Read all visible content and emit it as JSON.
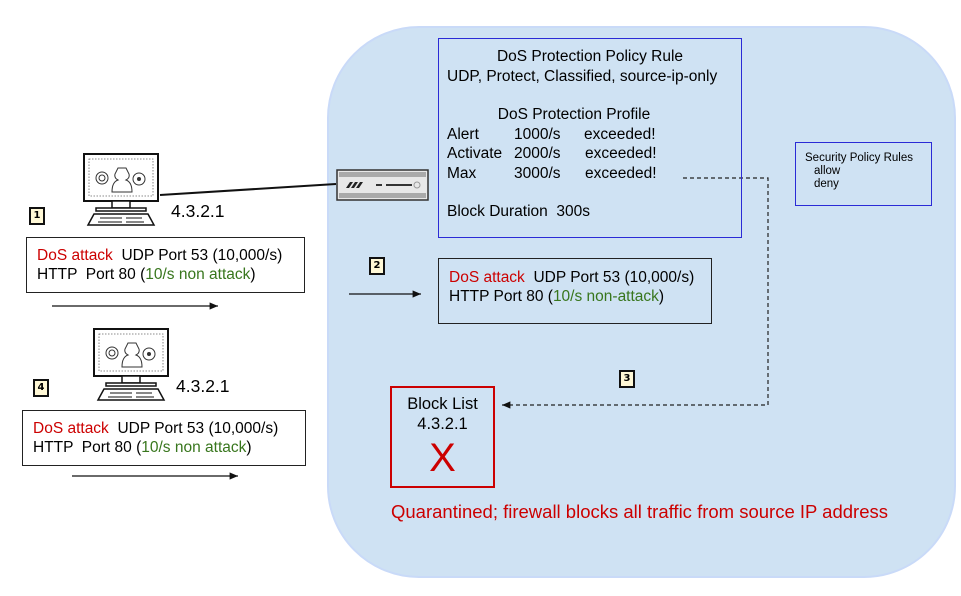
{
  "policy_rule": {
    "title": "DoS Protection Policy Rule",
    "settings": "UDP, Protect, Classified, source-ip-only",
    "profile_title": "DoS Protection Profile",
    "thresholds": [
      {
        "name": "Alert",
        "rate": "1000/s",
        "status": "exceeded!"
      },
      {
        "name": "Activate",
        "rate": "2000/s",
        "status": "exceeded!"
      },
      {
        "name": "Max",
        "rate": "3000/s",
        "status": "exceeded!"
      }
    ],
    "block_duration_label": "Block Duration",
    "block_duration_value": "300s"
  },
  "security_policy": {
    "title": "Security Policy Rules",
    "rules": [
      "allow",
      "deny"
    ]
  },
  "attacker": {
    "ip": "4.3.2.1"
  },
  "steps": [
    {
      "number": "1",
      "attack_label": "DoS attack",
      "attack_traffic": "UDP Port 53 (10,000/s)",
      "http_label": "HTTP  Port 80 (",
      "http_rate": "10/s non attack",
      "http_close": ")"
    },
    {
      "number": "2",
      "attack_label": "DoS attack",
      "attack_traffic": "UDP Port 53 (10,000/s)",
      "http_label": "HTTP Port 80 (",
      "http_rate": "10/s non-attack",
      "http_close": ")"
    },
    {
      "number": "3"
    },
    {
      "number": "4",
      "attack_label": "DoS attack",
      "attack_traffic": "UDP Port 53 (10,000/s)",
      "http_label": "HTTP  Port 80 (",
      "http_rate": "10/s non attack",
      "http_close": ")"
    }
  ],
  "block_list": {
    "title": "Block List",
    "ip": "4.3.2.1",
    "mark": "X"
  },
  "quarantine_note": "Quarantined; firewall blocks all traffic from source IP address",
  "colors": {
    "panel": "#cfe2f3",
    "alert_red": "#cc0000",
    "ok_green": "#38761d",
    "box_blue": "#2b2bd6"
  }
}
